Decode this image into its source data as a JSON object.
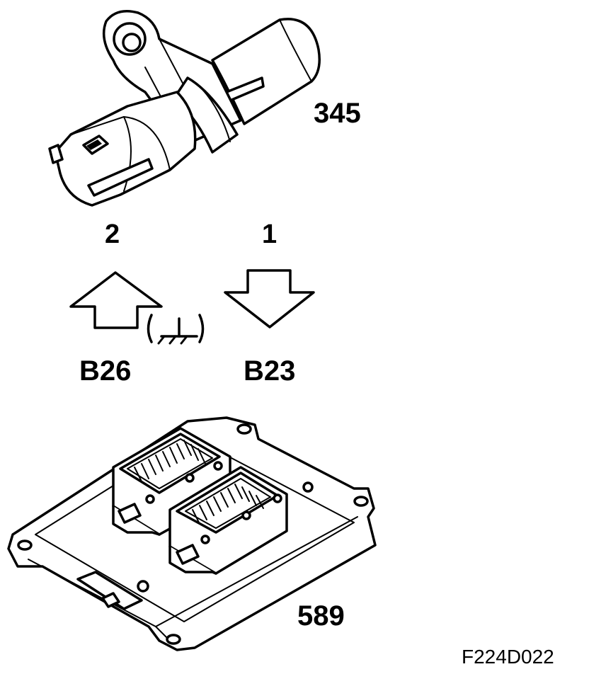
{
  "sensor": {
    "ref": "345"
  },
  "pins": {
    "left": "2",
    "right": "1"
  },
  "signals": {
    "left": "B26",
    "right": "B23",
    "ground_note": "(⏚)"
  },
  "control_module": {
    "ref": "589"
  },
  "figure_code": "F224D022"
}
